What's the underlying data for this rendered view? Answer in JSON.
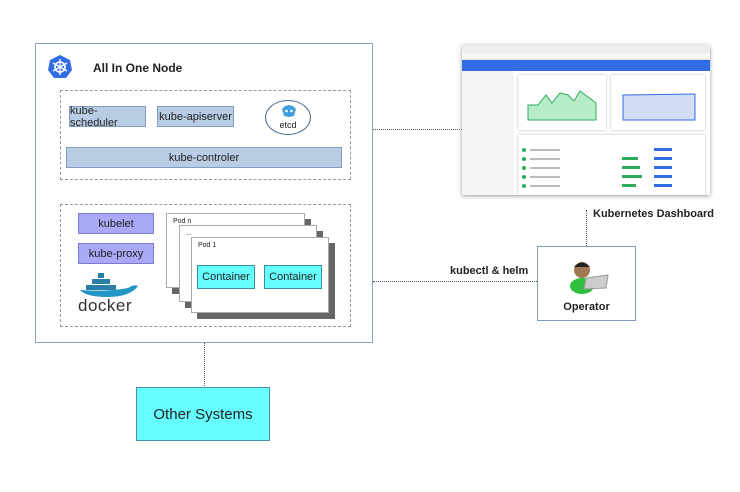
{
  "node": {
    "title": "All In One Node",
    "logo_icon": "kubernetes-icon",
    "control_plane": {
      "scheduler": "kube-scheduler",
      "apiserver": "kube-apiserver",
      "etcd": "etcd",
      "controller": "kube-controler"
    },
    "worker": {
      "kubelet": "kubelet",
      "proxy": "kube-proxy",
      "docker": "docker",
      "pods": [
        {
          "label": "Pod n"
        },
        {
          "label": "..."
        },
        {
          "label": "Pod 1",
          "containers": [
            "Container",
            "Container"
          ]
        }
      ]
    }
  },
  "dashboard": {
    "label": "Kubernetes Dashboard"
  },
  "operator": {
    "label": "Operator",
    "connection_label": "kubectl & helm"
  },
  "other_systems": {
    "label": "Other Systems"
  },
  "colors": {
    "control": "#b8cce4",
    "worker": "#a9a9f5",
    "container": "#66ffff",
    "k8s_blue": "#326ce5"
  }
}
